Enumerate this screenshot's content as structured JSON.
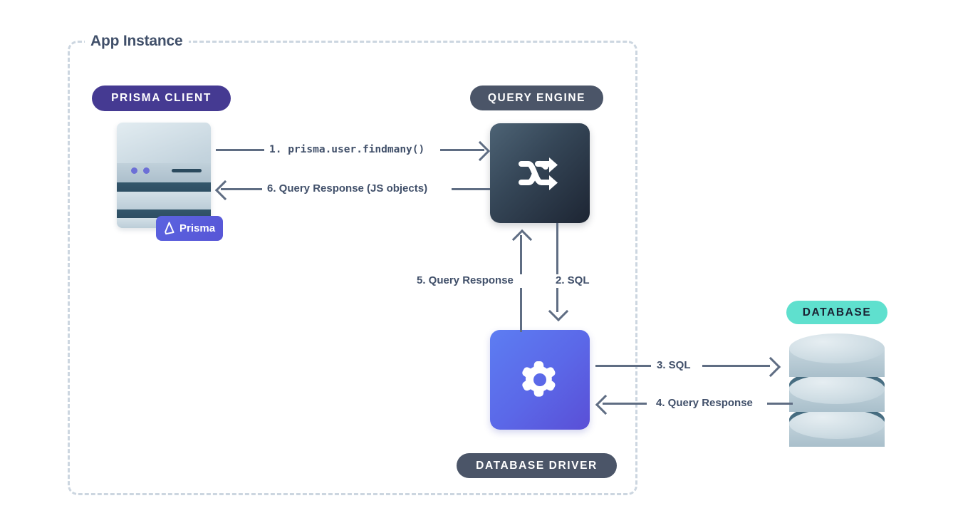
{
  "diagram": {
    "container": {
      "title": "App Instance"
    },
    "nodes": [
      {
        "id": "prisma-client",
        "badge": "PRISMA CLIENT",
        "sub_badge": "Prisma",
        "icon": "server-stack-icon"
      },
      {
        "id": "query-engine",
        "badge": "QUERY ENGINE",
        "icon": "shuffle-icon"
      },
      {
        "id": "database-driver",
        "badge": "DATABASE DRIVER",
        "icon": "gear-icon"
      },
      {
        "id": "database",
        "badge": "DATABASE",
        "icon": "database-cylinder-icon"
      }
    ],
    "flows": [
      {
        "step": 1,
        "label": "1. prisma.user.findmany()",
        "from": "prisma-client",
        "to": "query-engine",
        "direction": "right",
        "style": "mono"
      },
      {
        "step": 2,
        "label": "2. SQL",
        "from": "query-engine",
        "to": "database-driver",
        "direction": "down",
        "style": "sans"
      },
      {
        "step": 3,
        "label": "3. SQL",
        "from": "database-driver",
        "to": "database",
        "direction": "right",
        "style": "sans"
      },
      {
        "step": 4,
        "label": "4. Query Response",
        "from": "database",
        "to": "database-driver",
        "direction": "left",
        "style": "sans"
      },
      {
        "step": 5,
        "label": "5. Query Response",
        "from": "database-driver",
        "to": "query-engine",
        "direction": "up",
        "style": "sans"
      },
      {
        "step": 6,
        "label": "6. Query Response (JS objects)",
        "from": "query-engine",
        "to": "prisma-client",
        "direction": "left",
        "style": "sans"
      }
    ],
    "colors": {
      "prisma_client_badge": "#453a92",
      "query_engine_badge": "#4b5568",
      "database_driver_badge": "#4b5568",
      "database_badge": "#5fe0ce",
      "database_badge_text": "#1a2233",
      "query_engine_box_from": "#4d6375",
      "query_engine_box_to": "#1d2533",
      "database_driver_box_from": "#5d7df2",
      "database_driver_box_to": "#5a4fd6",
      "connector": "#5f6d83",
      "text": "#41506a",
      "dashed_border": "#ccd6e0",
      "prisma_badge": "#5856d6",
      "background": "#ffffff"
    }
  }
}
